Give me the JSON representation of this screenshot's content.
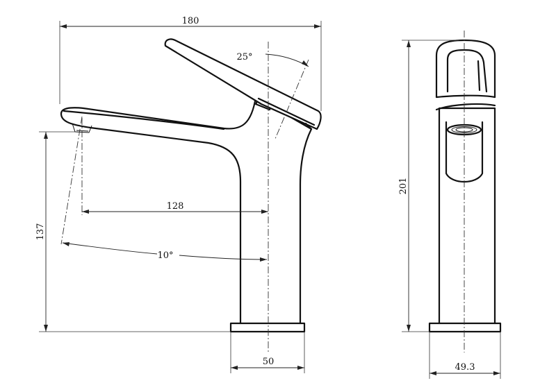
{
  "dimensions": {
    "total_width": "180",
    "lever_angle": "25°",
    "spout_reach": "128",
    "spout_height": "137",
    "spout_angle": "10°",
    "base_width_side": "50",
    "total_height": "201",
    "base_width_front": "49.3"
  },
  "colors": {
    "line": "#111111",
    "background": "#ffffff"
  }
}
